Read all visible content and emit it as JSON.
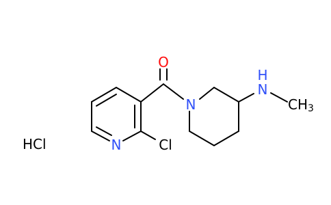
{
  "molecule": {
    "salt": "HCl",
    "atoms": {
      "oxygen": {
        "symbol": "O",
        "color": "#ff0d0d"
      },
      "pyridine_nitrogen": {
        "symbol": "N",
        "color": "#3050f8"
      },
      "chlorine": {
        "symbol": "Cl",
        "color": "#000000"
      },
      "piperidine_nitrogen": {
        "symbol": "N",
        "color": "#3050f8"
      },
      "amine": {
        "symbol": "N",
        "hydrogen": "H",
        "color": "#3050f8"
      },
      "methyl": {
        "text": "CH3",
        "carbon": "C",
        "hydrogen": "H",
        "count": "3",
        "color": "#000000"
      }
    }
  }
}
